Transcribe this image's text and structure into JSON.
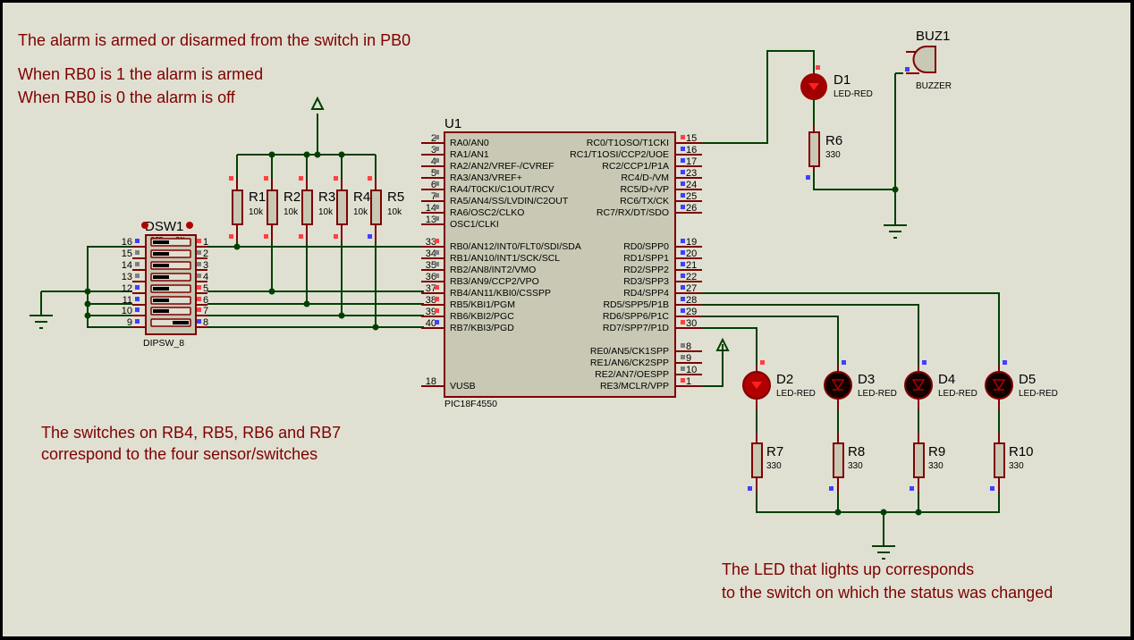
{
  "colors": {
    "background": "#e0e0d2",
    "border": "#000000",
    "wire": "#004000",
    "component_outline": "#7f0000",
    "component_fill": "#c8c8b4",
    "note_text": "#7f0000",
    "pin_high": "#ff4040",
    "pin_low": "#4040ff",
    "pin_float": "#808080",
    "led_on": "#c00000",
    "led_off": "#100000"
  },
  "notes": {
    "arm_line": "The alarm is armed or disarmed from the switch in PB0",
    "rb0_1": "When RB0 is 1 the alarm is armed",
    "rb0_0": "When RB0 is 0 the alarm is off",
    "sensors_1": "The switches on RB4, RB5, RB6 and RB7",
    "sensors_2": "correspond to the four sensor/switches",
    "led_1": "The LED that lights up corresponds",
    "led_2": "to the switch on which the status was changed"
  },
  "mcu": {
    "ref": "U1",
    "part": "PIC18F4550",
    "left_pins": [
      {
        "num": "2",
        "name": "RA0/AN0",
        "state": "float"
      },
      {
        "num": "3",
        "name": "RA1/AN1",
        "state": "float"
      },
      {
        "num": "4",
        "name": "RA2/AN2/VREF-/CVREF",
        "state": "float"
      },
      {
        "num": "5",
        "name": "RA3/AN3/VREF+",
        "state": "float"
      },
      {
        "num": "6",
        "name": "RA4/T0CKI/C1OUT/RCV",
        "state": "float"
      },
      {
        "num": "7",
        "name": "RA5/AN4/SS/LVDIN/C2OUT",
        "state": "float"
      },
      {
        "num": "14",
        "name": "RA6/OSC2/CLKO",
        "state": "float"
      },
      {
        "num": "13",
        "name": "OSC1/CLKI",
        "state": "float"
      },
      {
        "num": "33",
        "name": "RB0/AN12/INT0/FLT0/SDI/SDA",
        "state": "high"
      },
      {
        "num": "34",
        "name": "RB1/AN10/INT1/SCK/SCL",
        "state": "float"
      },
      {
        "num": "35",
        "name": "RB2/AN8/INT2/VMO",
        "state": "float"
      },
      {
        "num": "36",
        "name": "RB3/AN9/CCP2/VPO",
        "state": "float"
      },
      {
        "num": "37",
        "name": "RB4/AN11/KBI0/CSSPP",
        "state": "high"
      },
      {
        "num": "38",
        "name": "RB5/KBI1/PGM",
        "state": "high"
      },
      {
        "num": "39",
        "name": "RB6/KBI2/PGC",
        "state": "high"
      },
      {
        "num": "40",
        "name": "RB7/KBI3/PGD",
        "state": "low"
      },
      {
        "num": "18",
        "name": "VUSB",
        "state": "none"
      }
    ],
    "right_pins": [
      {
        "num": "15",
        "name": "RC0/T1OSO/T1CKI",
        "state": "high"
      },
      {
        "num": "16",
        "name": "RC1/T1OSI/CCP2/UOE",
        "state": "low"
      },
      {
        "num": "17",
        "name": "RC2/CCP1/P1A",
        "state": "low"
      },
      {
        "num": "23",
        "name": "RC4/D-/VM",
        "state": "low"
      },
      {
        "num": "24",
        "name": "RC5/D+/VP",
        "state": "low"
      },
      {
        "num": "25",
        "name": "RC6/TX/CK",
        "state": "low"
      },
      {
        "num": "26",
        "name": "RC7/RX/DT/SDO",
        "state": "low"
      },
      {
        "num": "19",
        "name": "RD0/SPP0",
        "state": "low"
      },
      {
        "num": "20",
        "name": "RD1/SPP1",
        "state": "low"
      },
      {
        "num": "21",
        "name": "RD2/SPP2",
        "state": "low"
      },
      {
        "num": "22",
        "name": "RD3/SPP3",
        "state": "low"
      },
      {
        "num": "27",
        "name": "RD4/SPP4",
        "state": "low"
      },
      {
        "num": "28",
        "name": "RD5/SPP5/P1B",
        "state": "low"
      },
      {
        "num": "29",
        "name": "RD6/SPP6/P1C",
        "state": "low"
      },
      {
        "num": "30",
        "name": "RD7/SPP7/P1D",
        "state": "high"
      },
      {
        "num": "8",
        "name": "RE0/AN5/CK1SPP",
        "state": "float"
      },
      {
        "num": "9",
        "name": "RE1/AN6/CK2SPP",
        "state": "float"
      },
      {
        "num": "10",
        "name": "RE2/AN7/OESPP",
        "state": "float"
      },
      {
        "num": "1",
        "name": "RE3/MCLR/VPP",
        "state": "high"
      }
    ]
  },
  "dipswitch": {
    "ref": "DSW1",
    "part": "DIPSW_8",
    "header_off": "OFF",
    "header_on": "ON",
    "left_pins": [
      "16",
      "15",
      "14",
      "13",
      "12",
      "11",
      "10",
      "9"
    ],
    "right_pins": [
      "1",
      "2",
      "3",
      "4",
      "5",
      "6",
      "7",
      "8"
    ],
    "left_states": [
      "low",
      "float",
      "float",
      "float",
      "low",
      "low",
      "low",
      "low"
    ],
    "right_states": [
      "high",
      "float",
      "float",
      "float",
      "high",
      "high",
      "high",
      "low"
    ],
    "switch_on": [
      false,
      false,
      false,
      false,
      false,
      false,
      false,
      true
    ]
  },
  "pullups": [
    {
      "ref": "R1",
      "value": "10k"
    },
    {
      "ref": "R2",
      "value": "10k"
    },
    {
      "ref": "R3",
      "value": "10k"
    },
    {
      "ref": "R4",
      "value": "10k"
    },
    {
      "ref": "R5",
      "value": "10k"
    }
  ],
  "alarm": {
    "led": {
      "ref": "D1",
      "part": "LED-RED",
      "lit": true
    },
    "resistor": {
      "ref": "R6",
      "value": "330"
    },
    "buzzer": {
      "ref": "BUZ1",
      "part": "BUZZER"
    }
  },
  "leds": [
    {
      "ref": "D2",
      "part": "LED-RED",
      "lit": true,
      "res_ref": "R7",
      "res_value": "330"
    },
    {
      "ref": "D3",
      "part": "LED-RED",
      "lit": false,
      "res_ref": "R8",
      "res_value": "330"
    },
    {
      "ref": "D4",
      "part": "LED-RED",
      "lit": false,
      "res_ref": "R9",
      "res_value": "330"
    },
    {
      "ref": "D5",
      "part": "LED-RED",
      "lit": false,
      "res_ref": "R10",
      "res_value": "330"
    }
  ]
}
